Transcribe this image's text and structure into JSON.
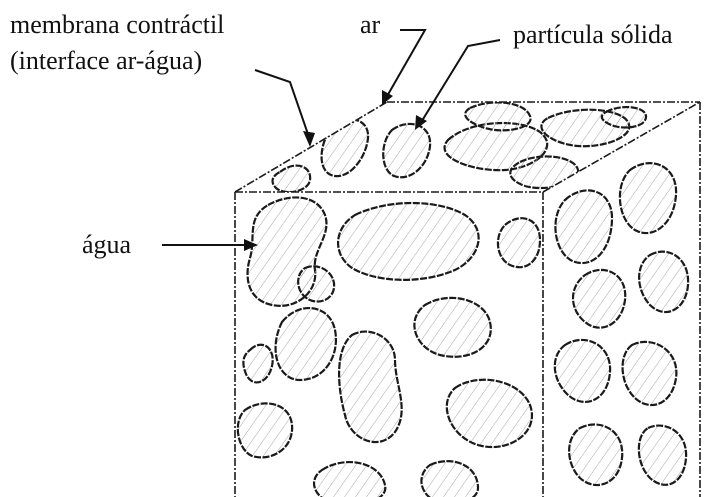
{
  "labels": {
    "membrana_line1": "membrana contráctil",
    "membrana_line2": "(interface ar-água)",
    "ar": "ar",
    "particula": "partícula sólida",
    "agua": "água"
  },
  "colors": {
    "ink": "#1a1a1a",
    "hatch": "#9a9a9a",
    "background": "#ffffff"
  }
}
